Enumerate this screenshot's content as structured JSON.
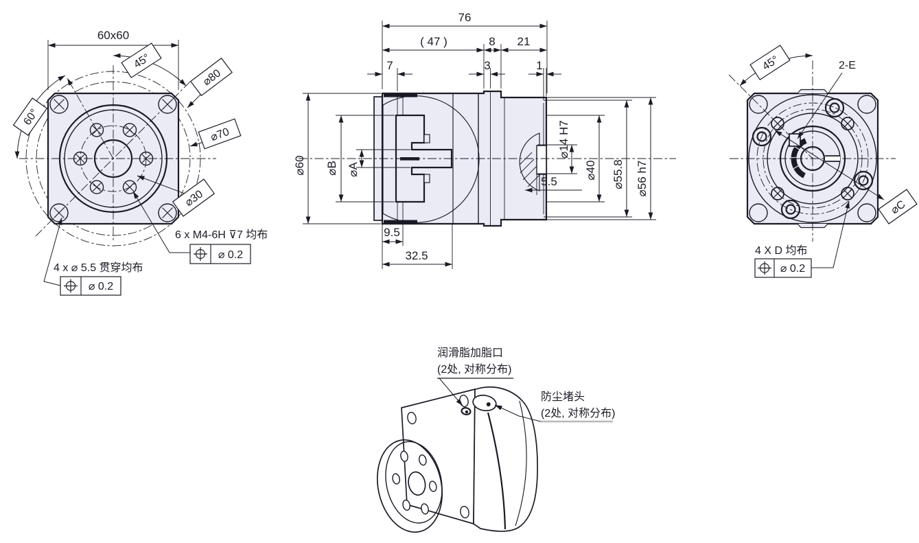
{
  "front_view": {
    "square_dim": "60x60",
    "top_angle": "45°",
    "left_angle": "60°",
    "bolt_circle_outer": "⌀80",
    "bolt_circle_mount": "⌀70",
    "bolt_circle_tapped": "⌀30",
    "tapped_note": "6 x  M4-6H ⊽7 均布",
    "tapped_fcf": "⌀ 0.2",
    "through_note": "4 x  ⌀ 5.5 贯穿均布",
    "through_fcf": "⌀ 0.2"
  },
  "section_view": {
    "overall_length": "76",
    "body_length": "( 47 )",
    "mid_length": "8",
    "rear_length": "21",
    "front_step": "7",
    "mid_step": "3",
    "rear_step": "1",
    "outer_dia": "⌀60",
    "dia_b": "⌀B",
    "dia_a": "⌀A",
    "bore_dia": "⌀14 H7",
    "recess_dia": "⌀40",
    "pilot_dia": "⌀55.8",
    "rear_dia": "⌀56 h7",
    "recess_depth": "5.5",
    "dim_9_5": "9.5",
    "dim_32_5": "32.5"
  },
  "rear_view": {
    "top_angle": "45°",
    "tap_callout": "2-E",
    "dia_c": "⌀C",
    "holes_note": "4 X D 均布",
    "holes_fcf": "⌀ 0.2"
  },
  "iso_view": {
    "grease_note_line1": "润滑脂加脂口",
    "grease_note_line2": "(2处, 对称分布)",
    "plug_note_line1": "防尘堵头",
    "plug_note_line2": "(2处, 对称分布)"
  },
  "colors": {
    "line": "#1b1b26",
    "fill": "#ebebf5",
    "background": "#ffffff"
  }
}
